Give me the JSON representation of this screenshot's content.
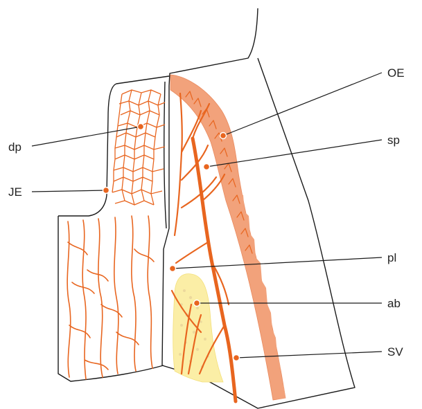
{
  "colors": {
    "vessel": "#e8651f",
    "epithelium": "#f2a27b",
    "alveolar_bone": "#fbeea6",
    "outline": "#1a1a1a",
    "background": "#ffffff"
  },
  "labels": {
    "dp": "dp",
    "je": "JE",
    "oe": "OE",
    "sp": "sp",
    "pl": "pl",
    "ab": "ab",
    "sv": "SV"
  }
}
